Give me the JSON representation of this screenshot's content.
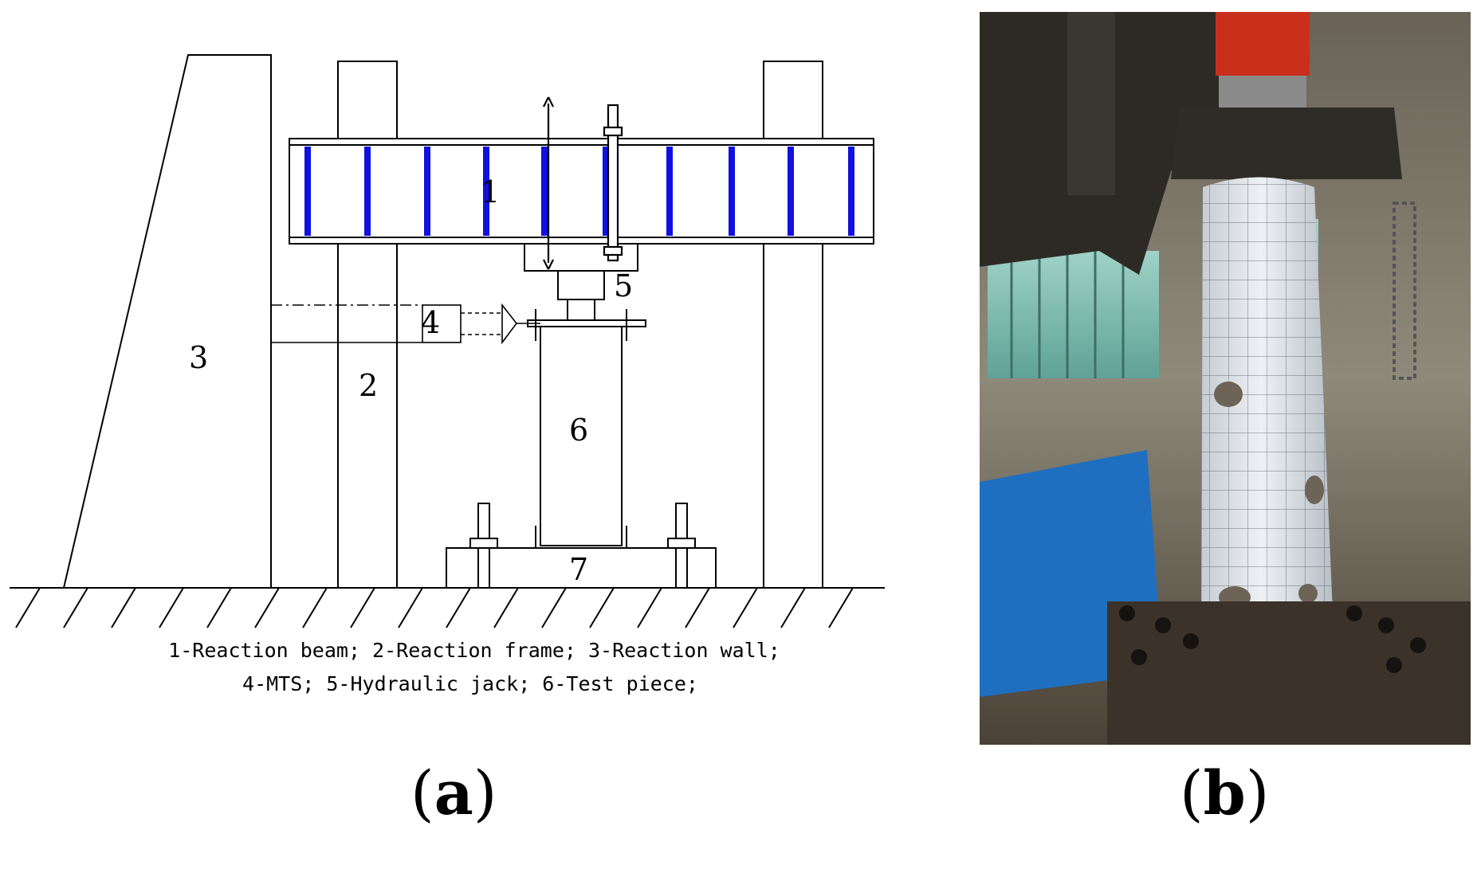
{
  "panel_a": {
    "labels": {
      "beam": "1",
      "frame": "2",
      "wall": "3",
      "mts": "4",
      "jack": "5",
      "specimen": "6",
      "base": "7"
    },
    "legend_line1": "1-Reaction beam; 2-Reaction frame; 3-Reaction wall;",
    "legend_line2": "4-MTS; 5-Hydraulic jack; 6-Test piece;",
    "stiffener_color": "#1010e0"
  },
  "panel_b": {
    "jack_color": "#c8301c",
    "specimen_color": "#dfe4ea",
    "base_color": "#1f6fc0"
  },
  "captions": {
    "a_open": "(",
    "a_letter": "a",
    "a_close": ")",
    "b_open": "(",
    "b_letter": "b",
    "b_close": ")"
  }
}
